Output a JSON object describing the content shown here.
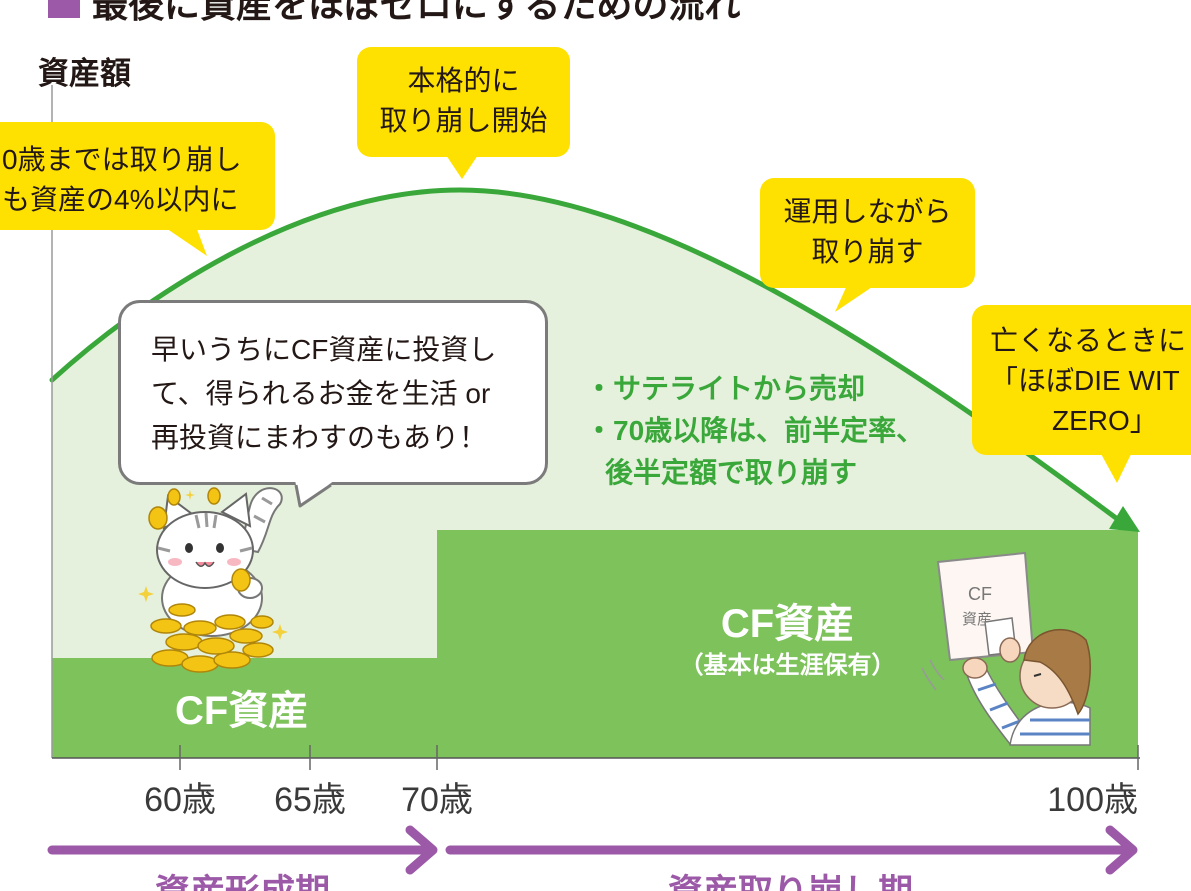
{
  "title": {
    "text": "最後に資産をほぼゼロにするための流れ"
  },
  "y_axis": {
    "label": "資産額"
  },
  "callouts": {
    "early_limit": {
      "lines": [
        "0歳までは取り崩し",
        "も資産の4%以内に"
      ]
    },
    "start": {
      "lines": [
        "本格的に",
        "取り崩し開始"
      ]
    },
    "invest": {
      "lines": [
        "運用しながら",
        "取り崩す"
      ]
    },
    "zero": {
      "lines": [
        "亡くなるときに",
        "「ほぼDIE WIT",
        "ZERO」"
      ]
    }
  },
  "speech_bubble": {
    "lines": [
      "早いうちにCF資産に投資し",
      "て、得られるお金を生活 or",
      "再投資にまわすのもあり！"
    ]
  },
  "notes": {
    "lines": [
      "・サテライトから売却",
      "・70歳以降は、前半定率、",
      "後半定額で取り崩す"
    ]
  },
  "cf_asset_early": {
    "label": "CF資産"
  },
  "cf_asset_late": {
    "label": "CF資産",
    "note": "（基本は生涯保有）"
  },
  "x_axis": {
    "ticks": [
      "60歳",
      "65歳",
      "70歳",
      "100歳"
    ]
  },
  "phases": [
    {
      "label": "資産形成期"
    },
    {
      "label": "資産取り崩し期"
    }
  ],
  "illustration": {
    "paper_text": [
      "CF",
      "資産"
    ]
  },
  "colors": {
    "callout": "#fee100",
    "curve": "#3aa73a",
    "area_light": "#e5f1dc",
    "cf_asset": "#7dc25a",
    "phase_arrow": "#9b59a7",
    "notes_text": "#3aa73a"
  }
}
